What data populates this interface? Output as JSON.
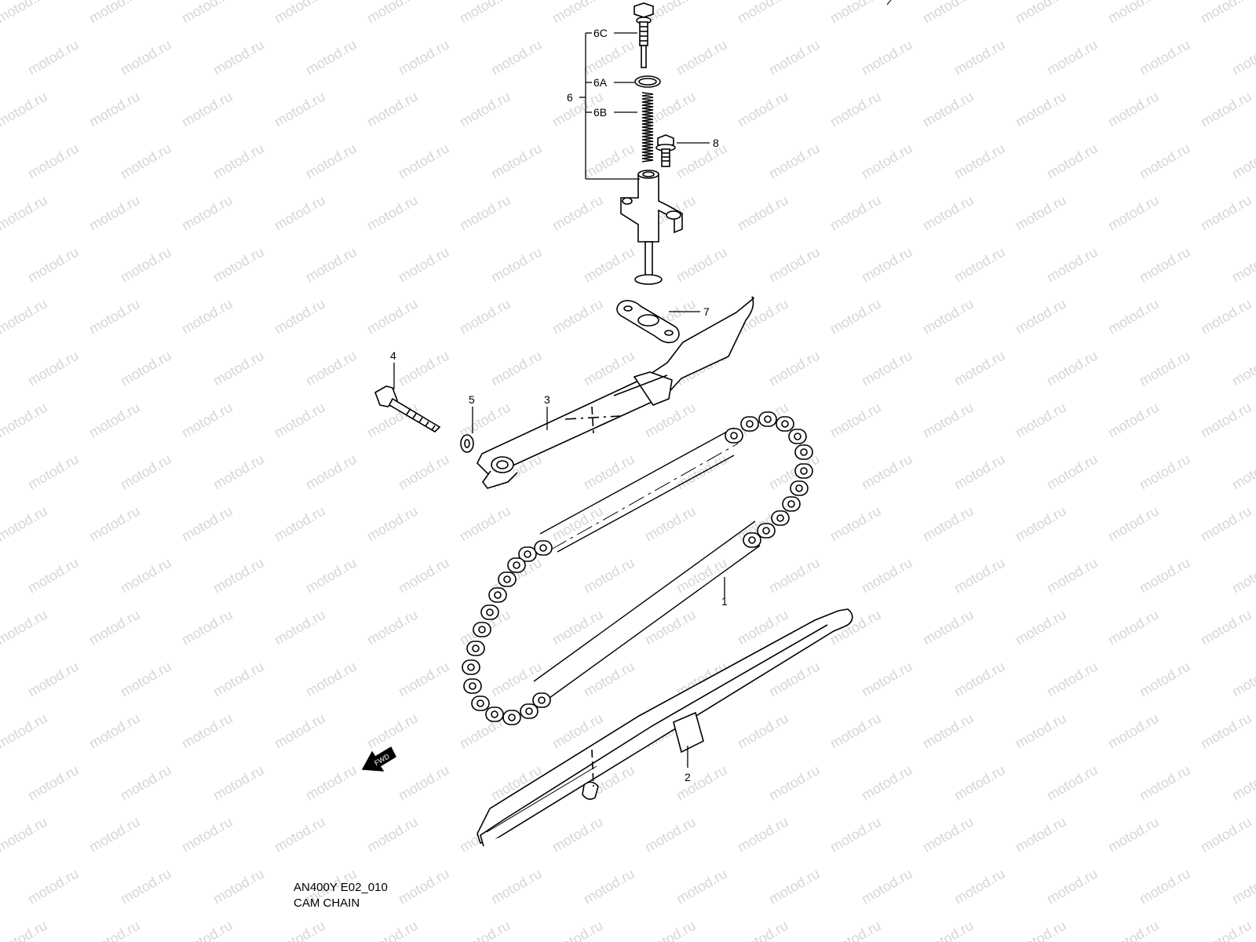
{
  "watermark": "motod.ru",
  "callouts": {
    "p1": "1",
    "p2": "2",
    "p3": "3",
    "p4": "4",
    "p5": "5",
    "p6": "6",
    "p6a": "6A",
    "p6b": "6B",
    "p6c": "6C",
    "p7": "7",
    "p8": "8"
  },
  "fwd_label": "FWD",
  "footer": {
    "code": "AN400Y E02_010",
    "title": "CAM CHAIN"
  },
  "colors": {
    "line": "#000000",
    "watermark": "#d6d6d6",
    "background": "#ffffff"
  }
}
